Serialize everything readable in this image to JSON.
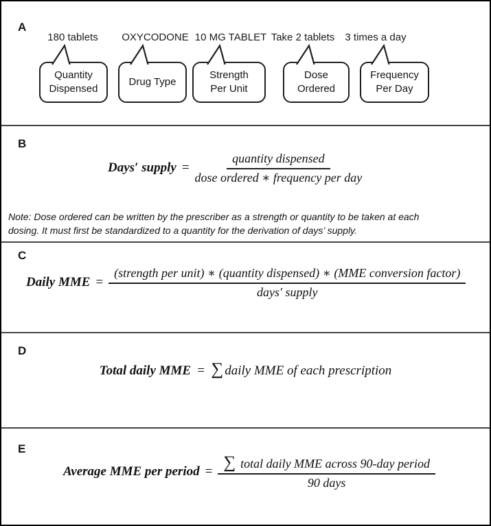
{
  "figure": {
    "panel_a": {
      "label": "A",
      "items": [
        {
          "annotation": "180 tablets",
          "lines": [
            "Quantity",
            "Dispensed"
          ]
        },
        {
          "annotation": "OXYCODONE",
          "lines": [
            "Drug Type"
          ]
        },
        {
          "annotation": "10 MG TABLET",
          "lines": [
            "Strength",
            "Per Unit"
          ]
        },
        {
          "annotation": "Take 2 tablets",
          "lines": [
            "Dose",
            "Ordered"
          ]
        },
        {
          "annotation": "3 times a day",
          "lines": [
            "Frequency",
            "Per Day"
          ]
        }
      ]
    },
    "panel_b": {
      "label": "B",
      "lhs": "Days′ supply",
      "equals": "=",
      "numerator": "quantity dispensed",
      "denominator": "dose ordered ∗ frequency per day",
      "note_line1": "Note: Dose ordered can be written by the prescriber as a strength or quantity to be taken at each",
      "note_line2": "dosing. It must first be standardized to a quantity for the derivation of days’ supply."
    },
    "panel_c": {
      "label": "C",
      "lhs": "Daily MME",
      "equals": "=",
      "numerator": "(strength per unit) ∗ (quantity dispensed) ∗ (MME conversion factor)",
      "denominator": "days′ supply"
    },
    "panel_d": {
      "label": "D",
      "lhs": "Total daily MME",
      "equals": "=",
      "sum_symbol": "∑",
      "rhs": "daily MME of each prescription"
    },
    "panel_e": {
      "label": "E",
      "lhs": "Average MME per period",
      "equals": "=",
      "sum_symbol": "∑",
      "numerator": "total daily MME across 90-day period",
      "denominator": "90 days"
    }
  }
}
